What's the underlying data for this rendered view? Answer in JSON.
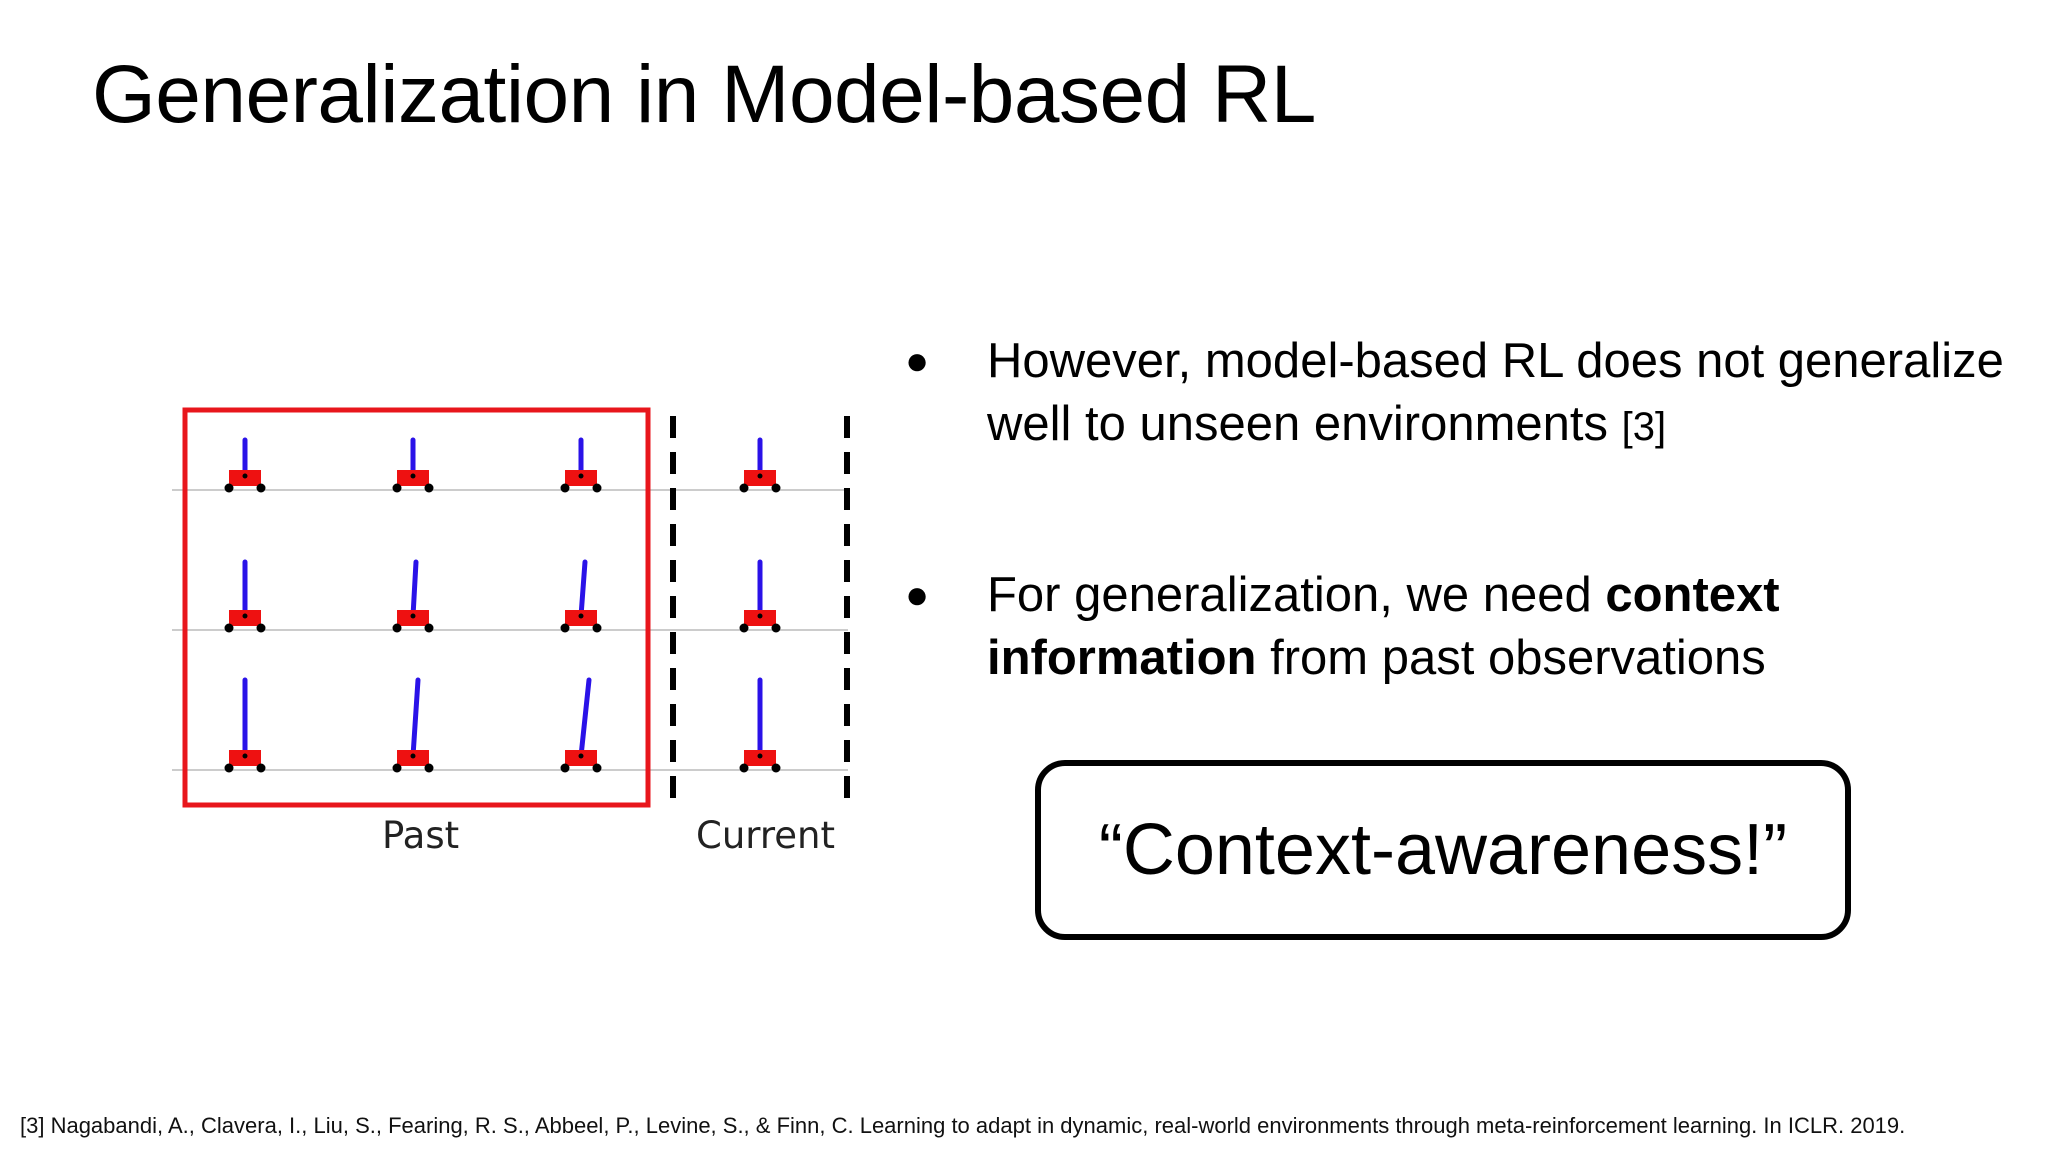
{
  "slide": {
    "title": "Generalization in Model-based RL"
  },
  "figure": {
    "past_label": "Past",
    "current_label": "Current",
    "accent_box_color": "#e8161c",
    "cart_color": "#ee1111",
    "pole_color": "#2a12e8"
  },
  "bullets": [
    {
      "text": "However, model-based RL does not generalize well to unseen environments ",
      "citation": "[3]"
    },
    {
      "text_plain_before": "For generalization, we need ",
      "text_bold": "context information",
      "text_plain_after": " from past observations"
    }
  ],
  "callout": {
    "text": "“Context-awareness!”"
  },
  "footnote": {
    "text": "[3] Nagabandi, A., Clavera, I., Liu, S., Fearing, R. S., Abbeel, P., Levine, S., & Finn, C. Learning to adapt in dynamic, real-world environments through meta-reinforcement learning. In ICLR. 2019."
  }
}
